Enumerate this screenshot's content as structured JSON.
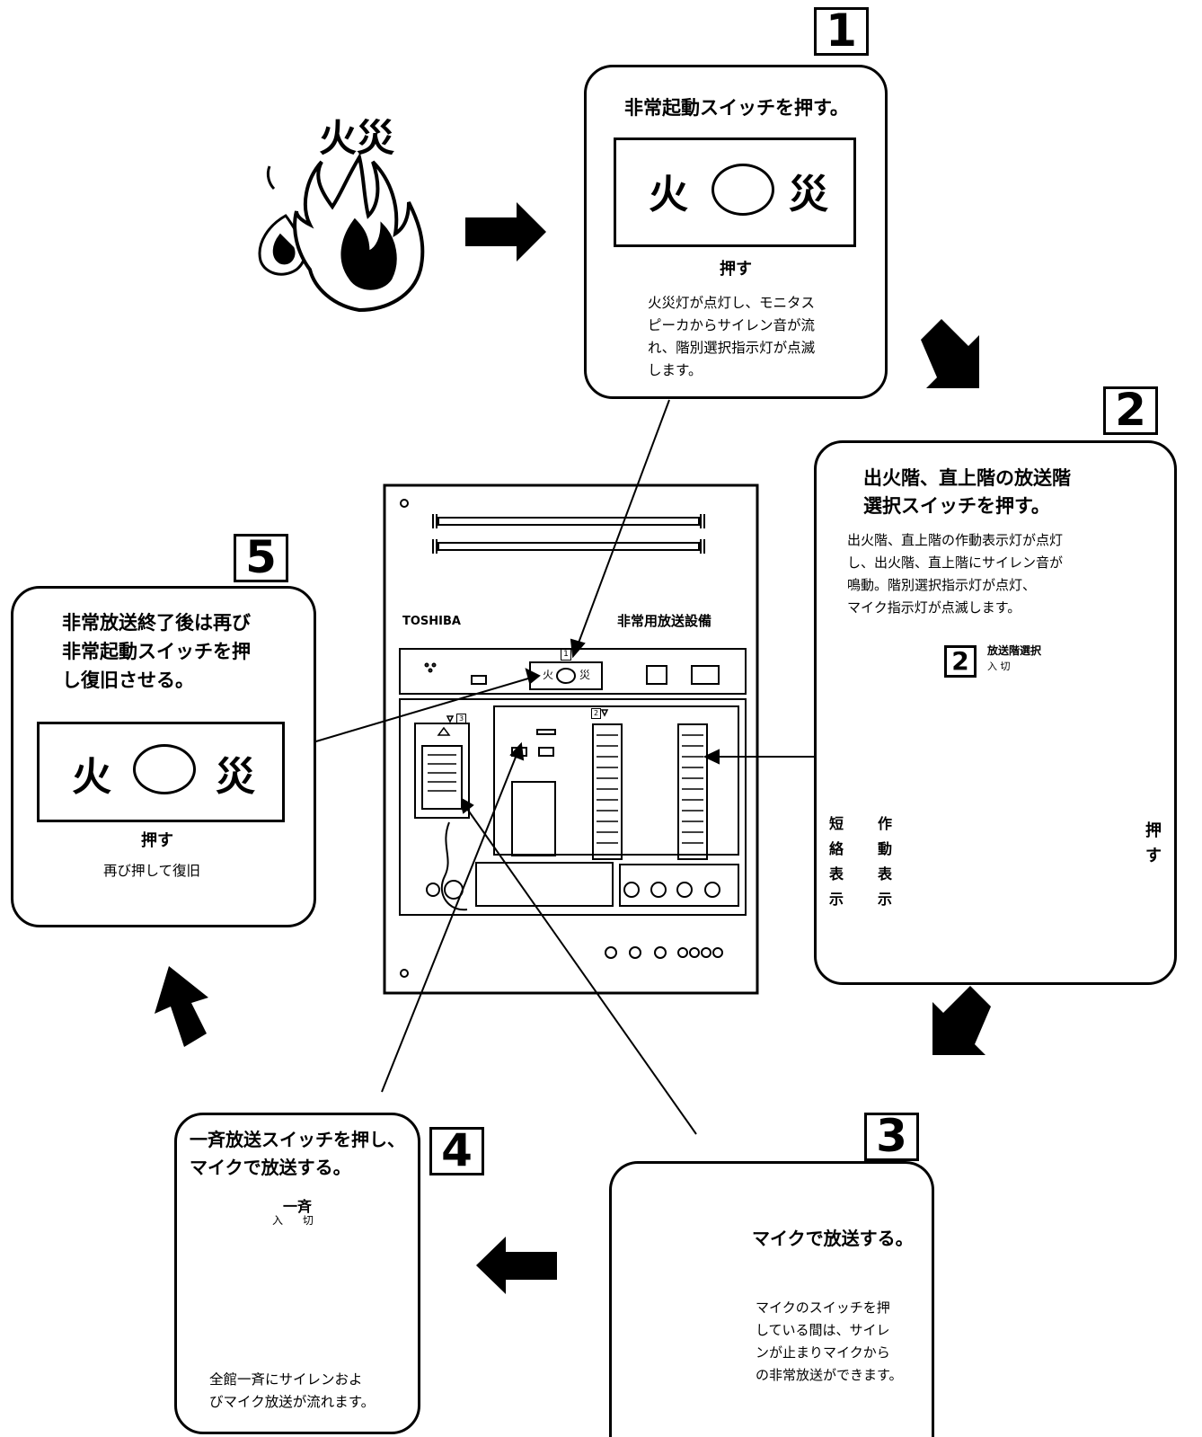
{
  "fire_label": "火災",
  "steps": {
    "s1": {
      "num": "1",
      "title": "非常起動スイッチを押す。",
      "panel_left": "火",
      "panel_right": "災",
      "press": "押す",
      "body": "火災灯が点灯し、モニタス\nピーカからサイレン音が流\nれ、階別選択指示灯が点滅\nします。"
    },
    "s2": {
      "num": "2",
      "title": "出火階、直上階の放送階\n選択スイッチを押す。",
      "body": "出火階、直上階の作動表示灯が点灯\nし、出火階、直上階にサイレン音が\n鳴動。階別選択指示灯が点灯、\nマイク指示灯が点滅します。",
      "inset_num": "2",
      "selector_label": "放送階選択",
      "on_label": "入",
      "off_label": "切",
      "short_label": "短絡表示",
      "op_label": "作動表示",
      "press": "押す"
    },
    "s3": {
      "num": "3",
      "title": "マイクで放送する。",
      "body": "マイクのスイッチを押\nしている間は、サイレ\nンが止まりマイクから\nの非常放送ができます。"
    },
    "s4": {
      "num": "4",
      "title": "一斉放送スイッチを押し、\nマイクで放送する。",
      "switch_label": "一斉",
      "on_label": "入",
      "off_label": "切",
      "body": "全館一斉にサイレンおよ\nびマイク放送が流れます。"
    },
    "s5": {
      "num": "5",
      "title": "非常放送終了後は再び\n非常起動スイッチを押\nし復旧させる。",
      "panel_left": "火",
      "panel_right": "災",
      "press": "押す",
      "body": "再び押して復旧"
    }
  },
  "device": {
    "brand": "TOSHIBA",
    "name": "非常用放送設備",
    "fire_left": "火",
    "fire_right": "災",
    "mark1": "1",
    "mark2": "2",
    "mark3": "3"
  }
}
